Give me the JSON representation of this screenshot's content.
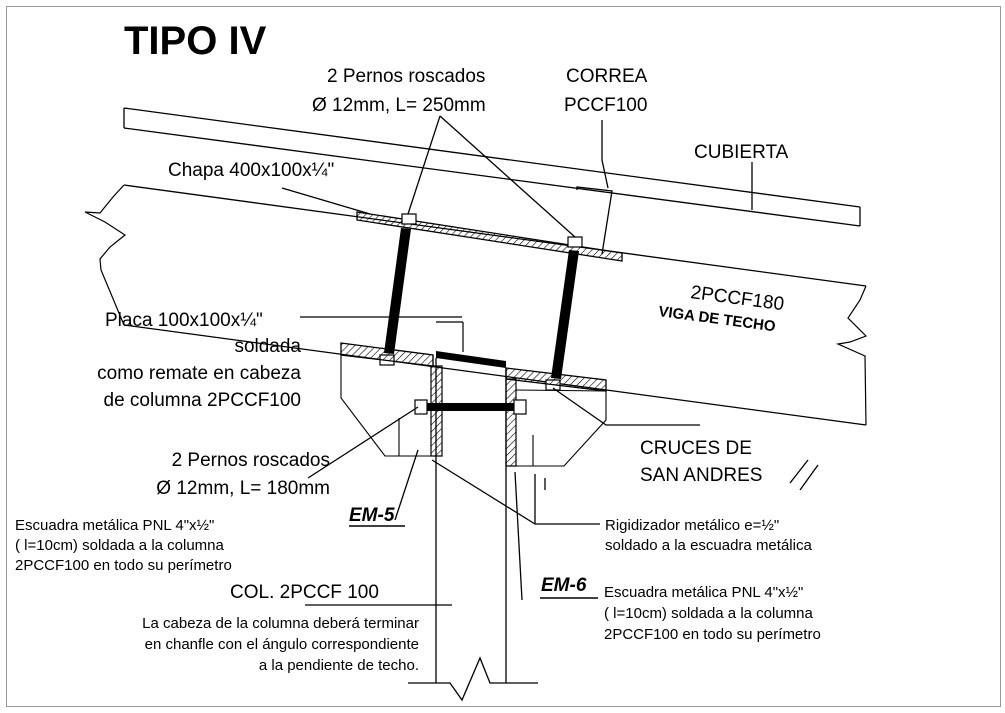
{
  "title": "TIPO IV",
  "labels": {
    "bolts_top_1": "2 Pernos roscados",
    "bolts_top_2": "Ø 12mm, L= 250mm",
    "correa_1": "CORREA",
    "correa_2": "PCCF100",
    "cubierta": "CUBIERTA",
    "chapa": "Chapa 400x100x¼\"",
    "viga_1": "2PCCF180",
    "viga_2": "VIGA DE TECHO",
    "placa_1": "Placa 100x100x¼\"",
    "placa_2": "soldada",
    "placa_3": "como remate en cabeza",
    "placa_4": "de columna 2PCCF100",
    "bolts_low_1": "2 Pernos roscados",
    "bolts_low_2": "Ø 12mm, L= 180mm",
    "cruces_1": "CRUCES DE",
    "cruces_2": "SAN ANDRES",
    "em5": "EM-5",
    "em6": "EM-6",
    "esc_left_1": "Escuadra metálica PNL 4\"x½\"",
    "esc_left_2": "( l=10cm)   soldada a la columna",
    "esc_left_3": "2PCCF100 en todo su perímetro",
    "rig_1": "Rigidizador metálico e=½\"",
    "rig_2": "soldado a la escuadra metálica",
    "col": "COL. 2PCCF 100",
    "col_note_1": "La cabeza de la columna deberá terminar",
    "col_note_2": "en chanfle con el ángulo correspondiente",
    "col_note_3": "a la pendiente de techo.",
    "esc_right_1": "Escuadra metálica PNL 4\"x½\"",
    "esc_right_2": "( l=10cm)    soldada a la columna",
    "esc_right_3": "2PCCF100 en todo su perímetro"
  }
}
